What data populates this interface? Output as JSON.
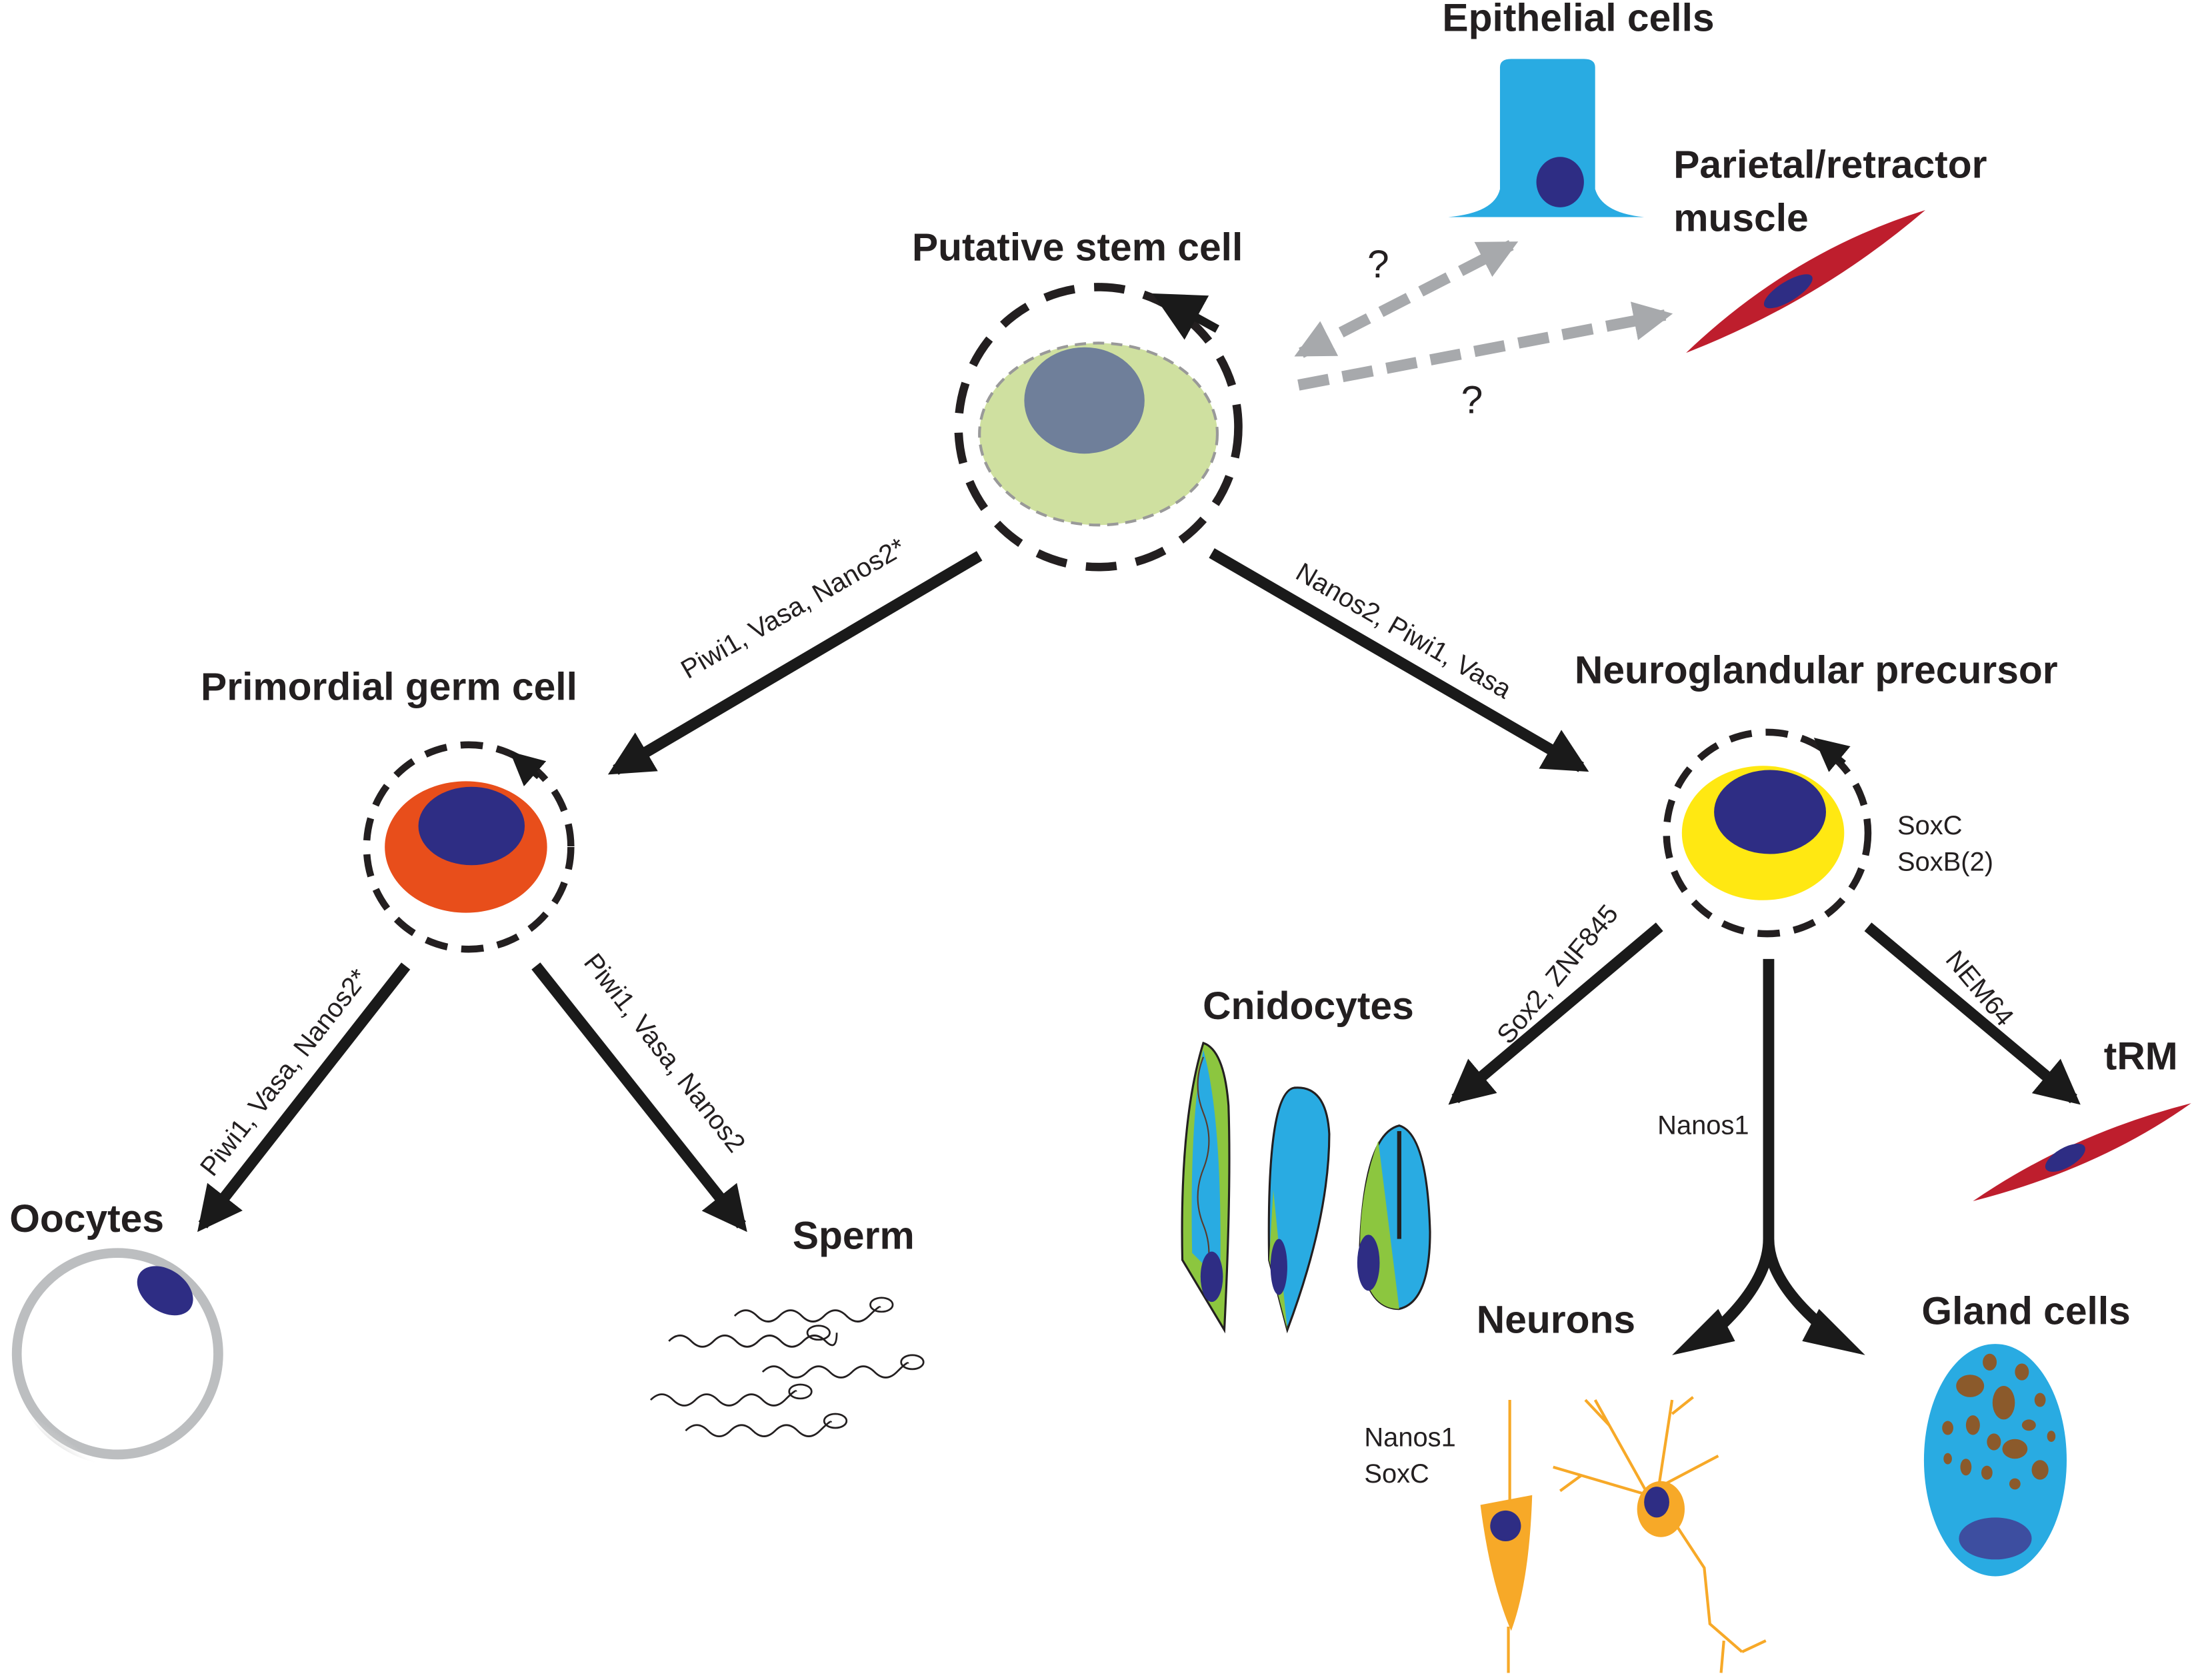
{
  "cells": {
    "stem": {
      "title": "Putative stem cell"
    },
    "epithelial": {
      "title": "Epithelial cells",
      "question": "?"
    },
    "muscle": {
      "title_line1": "Parietal/retractor",
      "title_line2": "muscle",
      "question": "?"
    },
    "pgc": {
      "title": "Primordial germ cell"
    },
    "ngp": {
      "title": "Neuroglandular precursor",
      "markers": [
        "SoxC",
        "SoxB(2)"
      ]
    },
    "oocytes": {
      "title": "Oocytes"
    },
    "sperm": {
      "title": "Sperm"
    },
    "cnidocytes": {
      "title": "Cnidocytes"
    },
    "trm": {
      "title": "tRM"
    },
    "neurons": {
      "title": "Neurons",
      "markers": [
        "Nanos1",
        "SoxC"
      ]
    },
    "gland": {
      "title": "Gland cells"
    }
  },
  "arrows": {
    "stem_to_pgc": "Piwi1, Vasa, Nanos2*",
    "stem_to_ngp": "Nanos2, Piwi1, Vasa",
    "pgc_to_oocytes": "Piwi1, Vasa, Nanos2*",
    "pgc_to_sperm": "Piwi1, Vasa, Nanos2",
    "ngp_to_cnidocytes": "Sox2, ZNF845",
    "ngp_to_trm": "NEM64",
    "ngp_to_neurons_gland": "Nanos1"
  },
  "colors": {
    "stem_cytoplasm": "#cfe0a0",
    "stem_nucleus": "#6f7f9a",
    "nucleus": "#2e2d84",
    "pgc": "#e84e1b",
    "ngp": "#ffe812",
    "epithelial": "#29abe2",
    "muscle": "#be1e2d",
    "neuron": "#f7a928",
    "cnidocyte_green": "#8cc63f",
    "gland_granule": "#8b5a2b"
  }
}
